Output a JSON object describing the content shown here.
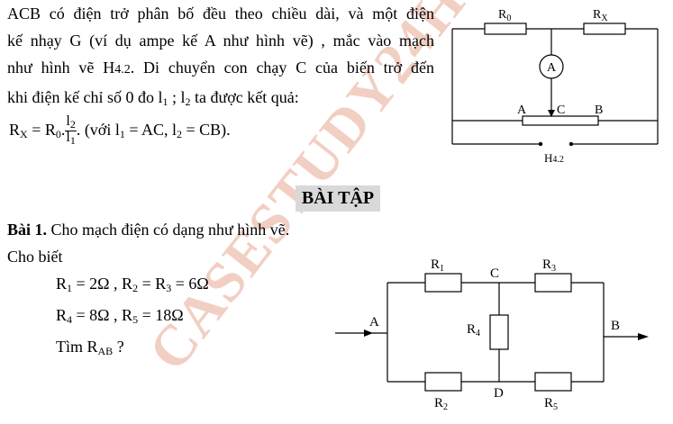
{
  "watermark": "CASESTUDY24H",
  "intro": {
    "line1": "ACB có điện trở phân bố đều theo chiều dài, và một điện",
    "line2": "kế nhạy G (ví dụ ampe kế A như hình vẽ) , mắc vào mạch",
    "line3_pre": "như hình vẽ H",
    "line3_fig": "4.2",
    "line3_post": ". Di chuyển con chạy C của biến trở đến",
    "line4_pre": "khi điện kế  chỉ số 0 đo l",
    "line4_s1": "1",
    "line4_mid": " ; l",
    "line4_s2": "2",
    "line4_post": " ta được kết quả:"
  },
  "formula": {
    "lhs": "R",
    "lhs_sub": "X",
    "eq": " = R",
    "r0_sub": "0",
    "dot": ".",
    "num": "l",
    "num_sub": "2",
    "den": "l",
    "den_sub": "1",
    "note": ". (với l",
    "n1": "1",
    "n_mid": " = AC, l",
    "n2": "2",
    "n_end": " = CB)."
  },
  "fig1": {
    "r0": "R",
    "r0_sub": "0",
    "rx": "R",
    "rx_sub": "X",
    "meter": "A",
    "a": "A",
    "c": "C",
    "b": "B",
    "caption_h": "H",
    "caption_num": "4.2"
  },
  "heading": "BÀI TẬP",
  "exercise": {
    "title": "Bài 1.",
    "title_rest": " Cho mạch điện có dạng như hình vẽ.",
    "given": "Cho biết",
    "l1_a": "R",
    "l1_a_sub": "1",
    "l1_a_val": " = 2Ω , R",
    "l1_b_sub": "2",
    "l1_b_val": " = R",
    "l1_c_sub": "3",
    "l1_c_val": " = 6Ω",
    "l2_a": "R",
    "l2_a_sub": "4",
    "l2_a_val": " = 8Ω , R",
    "l2_b_sub": "5",
    "l2_b_val": " = 18Ω",
    "find": "Tìm R",
    "find_sub": "AB",
    "find_end": " ?"
  },
  "fig2": {
    "r1": "R",
    "r1_sub": "1",
    "r2": "R",
    "r2_sub": "2",
    "r3": "R",
    "r3_sub": "3",
    "r4": "R",
    "r4_sub": "4",
    "r5": "R",
    "r5_sub": "5",
    "c": "C",
    "d": "D",
    "a": "A",
    "b": "B"
  }
}
